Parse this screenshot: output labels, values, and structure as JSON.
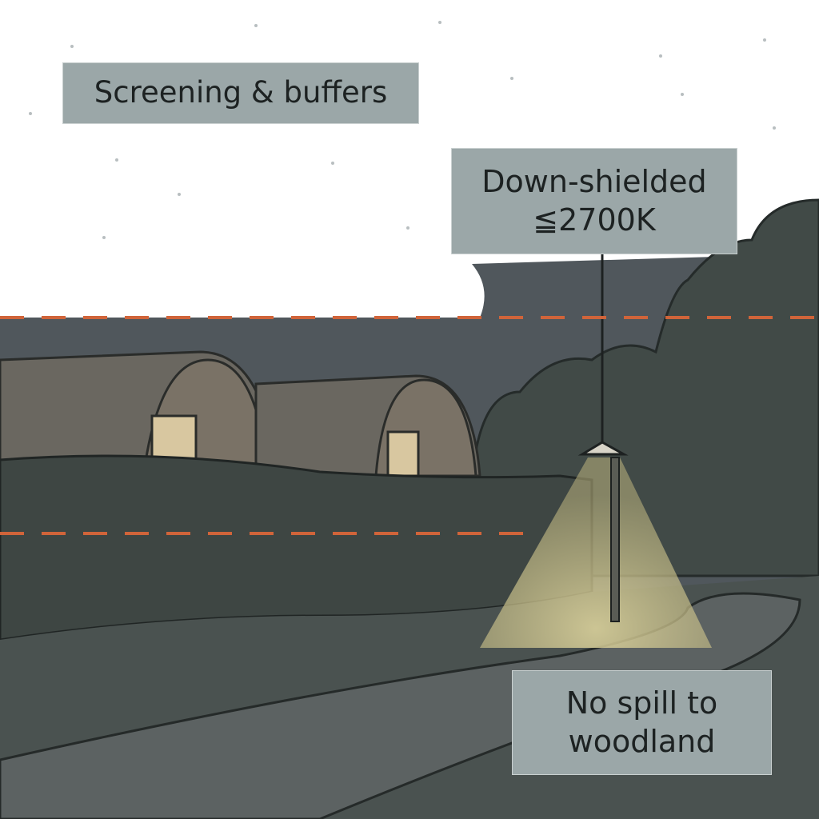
{
  "labels": {
    "screening": "Screening & buffers",
    "lighting_line1": "Down-shielded",
    "lighting_line2": "≦2700K",
    "spill_line1": "No spill to",
    "spill_line2": "woodland"
  },
  "colors": {
    "sky": "#ffffff",
    "dusk": "#50575c",
    "hedge": "#3e4643",
    "trees": "#414a47",
    "path": "#5c6262",
    "pod": "#6a6760",
    "pod_window": "#d8c7a0",
    "light_cone": "#d9cf95",
    "buffer_line": "#d0643a",
    "label_bg": "#9ba7a8"
  }
}
